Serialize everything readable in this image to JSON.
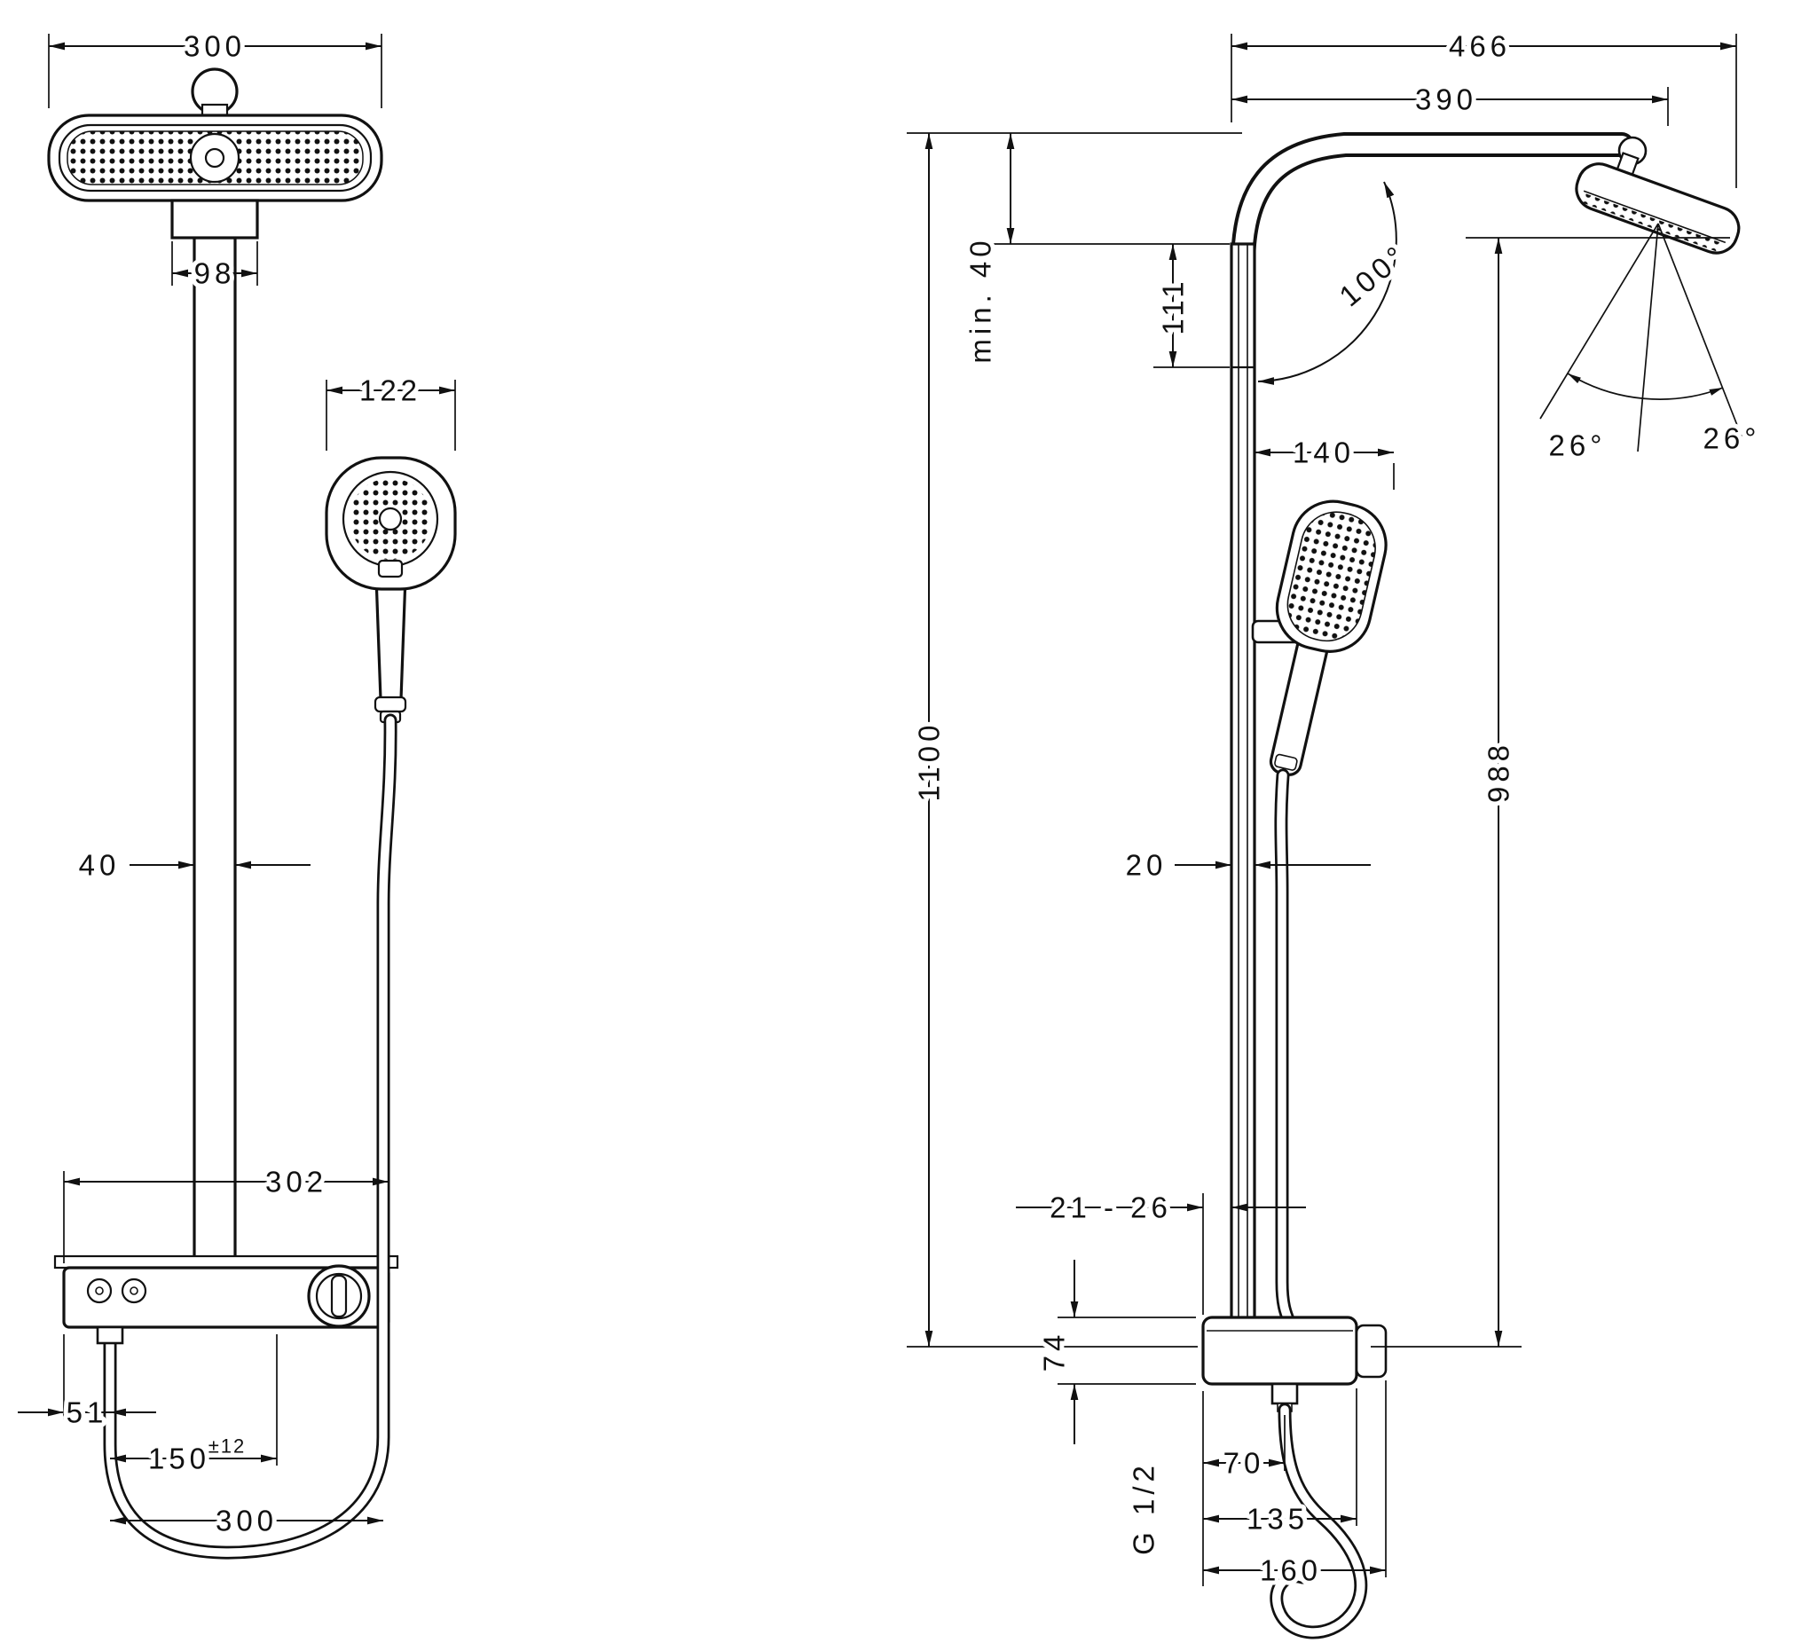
{
  "front": {
    "overhead_width": "300",
    "escutcheon_width": "98",
    "handshower_width": "122",
    "pipe_width": "40",
    "body_width": "302",
    "hose_offset": "51",
    "inlet_spacing": "150",
    "inlet_tolerance": "±12",
    "hose_loop_width": "300"
  },
  "side": {
    "total_reach": "466",
    "arm_reach": "390",
    "ceiling_clearance": "min. 40",
    "head_drop": "111",
    "arm_angle": "100°",
    "spray_angle_left": "26°",
    "spray_angle_right": "26°",
    "handshower_reach": "140",
    "overall_height": "1100",
    "head_height": "988",
    "bar_depth": "20",
    "wall_gap": "21 - 26",
    "valve_height": "74",
    "outlet_offset": "70",
    "thread_size": "G 1/2",
    "valve_depth": "135",
    "valve_total_depth": "160"
  }
}
